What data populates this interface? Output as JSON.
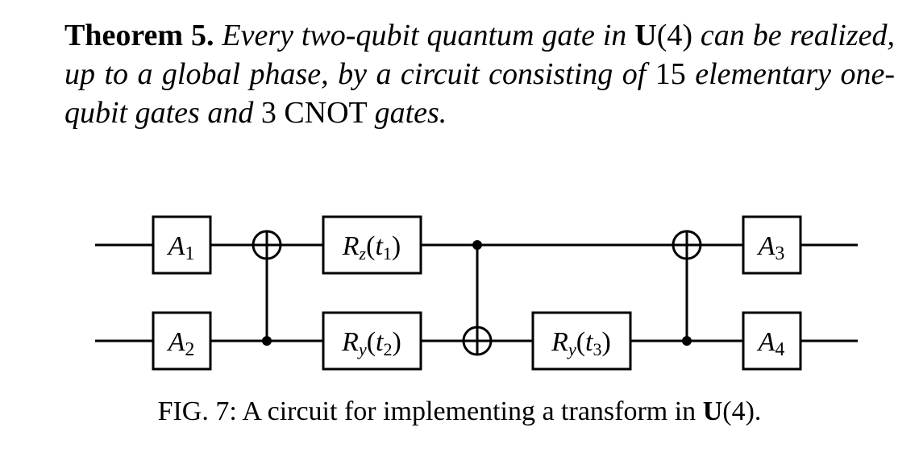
{
  "theorem": {
    "label": "Theorem 5.",
    "text_1": "Every two-qubit quantum gate in",
    "group_bold": "U",
    "group_arg": "(4)",
    "text_2": "can be realized, up to a global phase, by a circuit consisting of",
    "num_one_qubit": "15",
    "text_3": "elementary one-qubit gates and",
    "num_cnot": "3",
    "cnot_word": "CNOT",
    "text_4": "gates."
  },
  "circuit": {
    "gates": {
      "a1": {
        "letter": "A",
        "sub": "1"
      },
      "a2": {
        "letter": "A",
        "sub": "2"
      },
      "a3": {
        "letter": "A",
        "sub": "3"
      },
      "a4": {
        "letter": "A",
        "sub": "4"
      },
      "rz_t1": {
        "letter": "R",
        "sub": "z",
        "paren_open": "(",
        "var": "t",
        "var_sub": "1",
        "paren_close": ")"
      },
      "ry_t2": {
        "letter": "R",
        "sub": "y",
        "paren_open": "(",
        "var": "t",
        "var_sub": "2",
        "paren_close": ")"
      },
      "ry_t3": {
        "letter": "R",
        "sub": "y",
        "paren_open": "(",
        "var": "t",
        "var_sub": "3",
        "paren_close": ")"
      }
    }
  },
  "caption": {
    "prefix": "FIG. 7: A circuit for implementing a transform in",
    "group_bold": "U",
    "group_arg": "(4)."
  }
}
